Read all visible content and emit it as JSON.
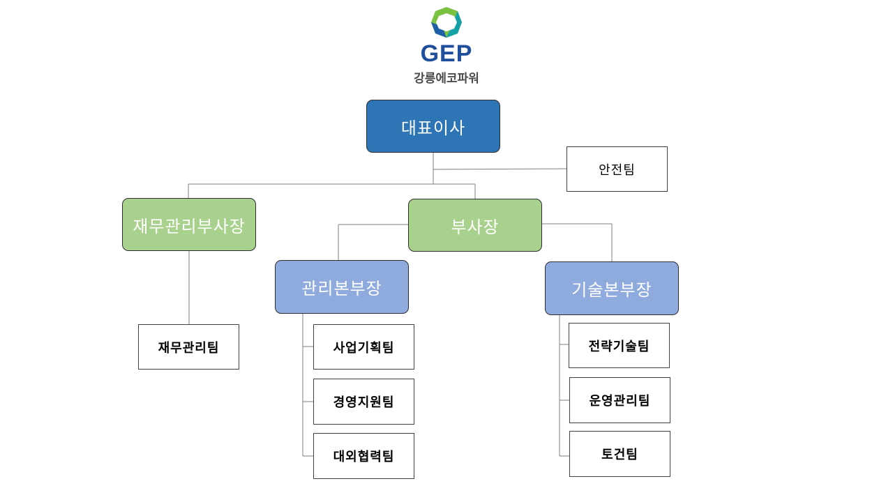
{
  "logo": {
    "mark": "GEP",
    "company": "강릉에코파워",
    "ring_colors": [
      "#7cc242",
      "#16a0a8",
      "#1f5fa8"
    ]
  },
  "org": {
    "ceo": "대표이사",
    "safety_team": "안전팀",
    "finance_vp": "재무관리부사장",
    "vp": "부사장",
    "admin_hq": "관리본부장",
    "tech_hq": "기술본부장",
    "teams": {
      "finance_mgmt": "재무관리팀",
      "business_planning": "사업기획팀",
      "management_support": "경영지원팀",
      "external_cooperation": "대외협력팀",
      "strategic_tech": "전략기술팀",
      "operations_mgmt": "운영관리팀",
      "civil_construction": "토건팀"
    }
  },
  "colors": {
    "ceo_box": "#2e75b6",
    "vp_box": "#a9d18e",
    "hq_box": "#8faadc",
    "connector": "#7f7f7f"
  }
}
